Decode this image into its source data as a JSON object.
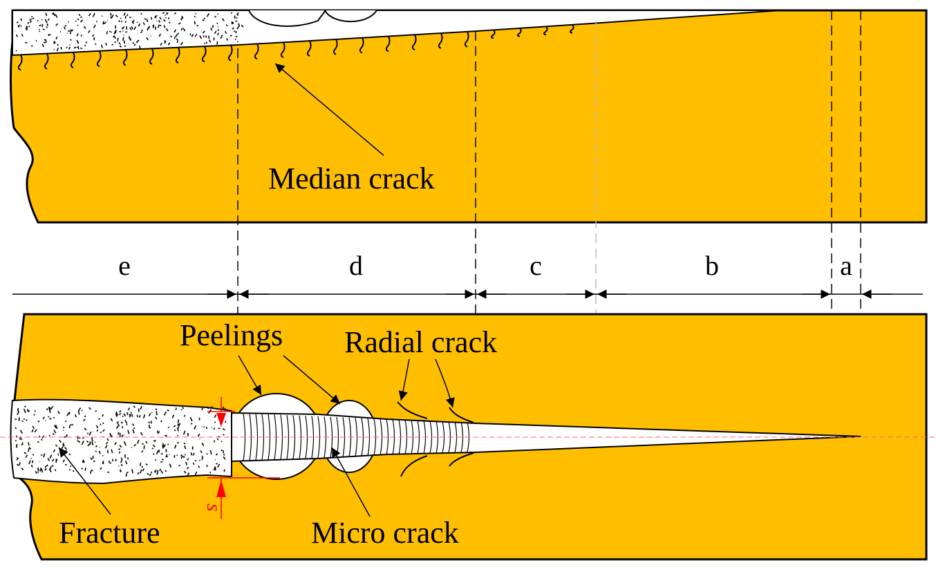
{
  "colors": {
    "material": "#FFBF00",
    "outline": "#000000",
    "debris": "#FFFFFF",
    "centerline": "#FF6666",
    "dimension": "#FF0000"
  },
  "zones": {
    "e": "e",
    "d": "d",
    "c": "c",
    "b": "b",
    "a": "a"
  },
  "labels": {
    "median_crack": "Median crack",
    "peelings": "Peelings",
    "radial_crack": "Radial crack",
    "fracture": "Fracture",
    "micro_crack": "Micro crack",
    "s": "s"
  }
}
